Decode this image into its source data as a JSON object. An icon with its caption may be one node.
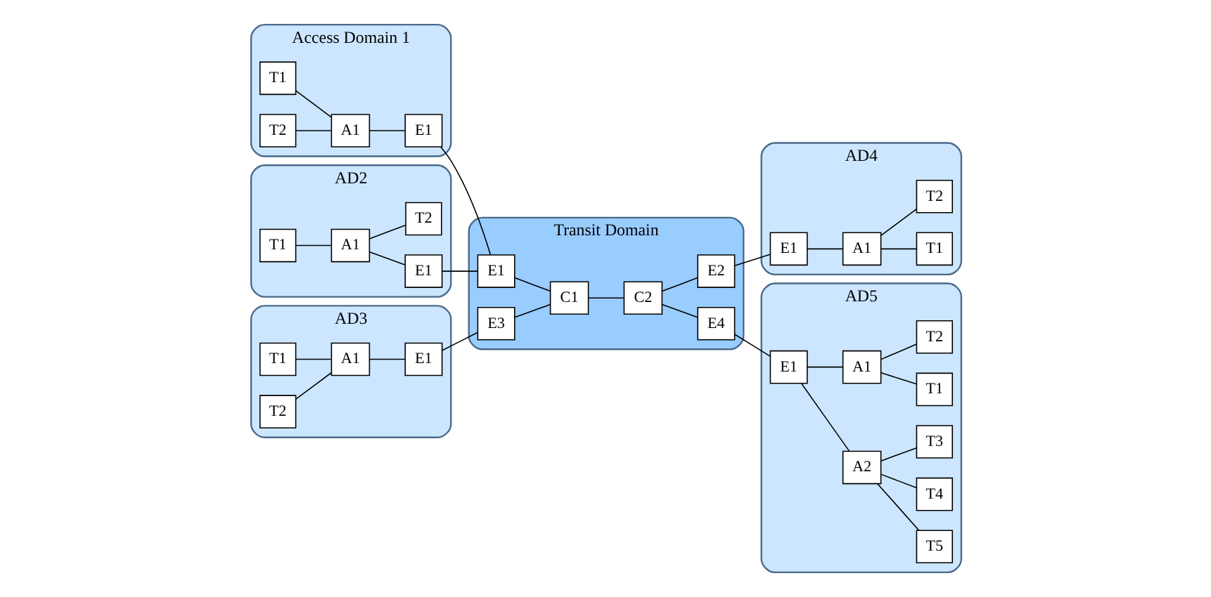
{
  "diagram": {
    "nodes": [
      {
        "text": [
          "Access Domain 1"
        ]
      },
      {
        "text": [
          "T1"
        ],
        "in": 0
      },
      {
        "text": [
          "A1"
        ],
        "in": 0
      },
      {
        "text": [
          "T2"
        ],
        "in": 0
      },
      {
        "text": [
          "E1"
        ],
        "in": 0
      },
      {
        "text": [
          "AD4"
        ]
      },
      {
        "text": [
          "A1"
        ],
        "in": 5
      },
      {
        "text": [
          "T1"
        ],
        "in": 5
      },
      {
        "text": [
          "E1"
        ],
        "in": 5
      },
      {
        "text": [
          "T2"
        ],
        "in": 5
      },
      {
        "text": [
          "Transit Domain"
        ]
      },
      {
        "text": [
          "E1"
        ],
        "in": 10
      },
      {
        "text": [
          "E2"
        ],
        "in": 10
      },
      {
        "text": [
          "C1"
        ],
        "in": 10
      },
      {
        "text": [
          "C2"
        ],
        "in": 10
      },
      {
        "text": [
          "E3"
        ],
        "in": 10
      },
      {
        "text": [
          "E4"
        ],
        "in": 10
      },
      {
        "text": [
          "AD2"
        ]
      },
      {
        "text": [
          "E1"
        ],
        "in": 17
      },
      {
        "text": [
          "A1"
        ],
        "in": 17
      },
      {
        "text": [
          "T1"
        ],
        "in": 17
      },
      {
        "text": [
          "T2"
        ],
        "in": 17
      },
      {
        "text": [
          "AD3"
        ]
      },
      {
        "text": [
          "T1"
        ],
        "in": 22
      },
      {
        "text": [
          "A1"
        ],
        "in": 22
      },
      {
        "text": [
          "E1"
        ],
        "in": 22
      },
      {
        "text": [
          "T2"
        ],
        "in": 22
      },
      {
        "text": [
          "AD5"
        ]
      },
      {
        "text": [
          "E1"
        ],
        "in": 27
      },
      {
        "text": [
          "A2"
        ],
        "in": 27
      },
      {
        "text": [
          "T5"
        ],
        "in": 27
      },
      {
        "text": [
          "T4"
        ],
        "in": 27
      },
      {
        "text": [
          "A1"
        ],
        "in": 27
      },
      {
        "text": [
          "T3"
        ],
        "in": 27
      },
      {
        "text": [
          "T1"
        ],
        "in": 27
      },
      {
        "text": [
          "T2"
        ],
        "in": 27
      }
    ],
    "edges": [
      {
        "from": 1,
        "to": 2,
        "arrow": "none"
      },
      {
        "from": 3,
        "to": 2,
        "arrow": "none"
      },
      {
        "from": 2,
        "to": 4,
        "arrow": "none"
      },
      {
        "from": 4,
        "to": 11,
        "arrow": "none"
      },
      {
        "from": 8,
        "to": 6,
        "arrow": "none"
      },
      {
        "from": 6,
        "to": 7,
        "arrow": "none"
      },
      {
        "from": 6,
        "to": 9,
        "arrow": "none"
      },
      {
        "from": 12,
        "to": 8,
        "arrow": "none"
      },
      {
        "from": 11,
        "to": 13,
        "arrow": "none"
      },
      {
        "from": 15,
        "to": 13,
        "arrow": "none"
      },
      {
        "from": 13,
        "to": 14,
        "arrow": "none"
      },
      {
        "from": 14,
        "to": 12,
        "arrow": "none"
      },
      {
        "from": 14,
        "to": 16,
        "arrow": "none"
      },
      {
        "from": 18,
        "to": 11,
        "arrow": "none"
      },
      {
        "from": 19,
        "to": 18,
        "arrow": "none"
      },
      {
        "from": 20,
        "to": 19,
        "arrow": "none"
      },
      {
        "from": 19,
        "to": 21,
        "arrow": "none"
      },
      {
        "from": 23,
        "to": 24,
        "arrow": "none"
      },
      {
        "from": 26,
        "to": 24,
        "arrow": "none"
      },
      {
        "from": 24,
        "to": 25,
        "arrow": "none"
      },
      {
        "from": 25,
        "to": 15,
        "arrow": "none"
      },
      {
        "from": 16,
        "to": 28,
        "arrow": "none"
      },
      {
        "from": 28,
        "to": 29,
        "arrow": "none"
      },
      {
        "from": 28,
        "to": 32,
        "arrow": "none"
      },
      {
        "from": 29,
        "to": 30,
        "arrow": "none"
      },
      {
        "from": 29,
        "to": 31,
        "arrow": "none"
      },
      {
        "from": 29,
        "to": 33,
        "arrow": "none"
      },
      {
        "from": 32,
        "to": 34,
        "arrow": "none"
      },
      {
        "from": 32,
        "to": 35,
        "arrow": "none"
      }
    ]
  }
}
